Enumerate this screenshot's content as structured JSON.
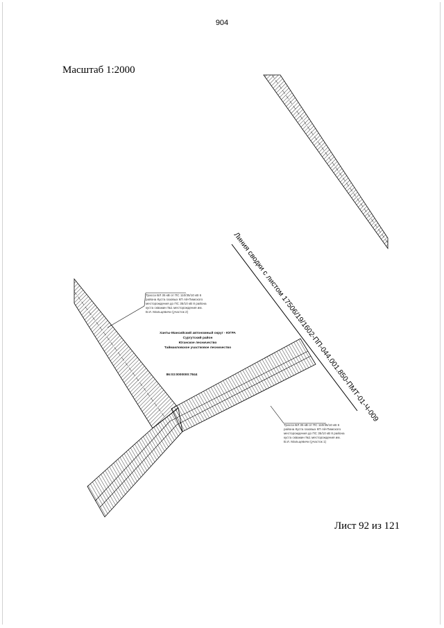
{
  "page_number": "904",
  "scale_label": "Масштаб 1:2000",
  "sheet_label": "Лист 92 из 121",
  "match_line_label": "Линия сводки с листом 17506/19/1602-ПП-044.001.850-ПМТ-01-Ч-009",
  "callout_top": [
    "Трасса ВЛ 35 кВ от ПС 110/35/10 кВ 6",
    "района Куста газовых КП Ай-Пимского",
    "месторождения до ПС 35/10 кВ 8 района",
    "куста скважин №1 месторождения им.",
    "В.И. Мальцевичи (участок 2)"
  ],
  "callout_bottom": [
    "Трасса ВЛ 35 кВ от ПС 110/35/10 кВ 6",
    "района Куста газовых КП Ай-Пимского",
    "месторождения до ПС 35/10 кВ 8 района",
    "куста скважин №1 месторождения им.",
    "В.И. Мальцевичи (участок 1)"
  ],
  "district_labels": [
    "Ханты-Мансийский автономный округ - ЮГРА",
    "Сургутский район",
    "Юганское лесничество",
    "Таймакловское участковое лесничество"
  ],
  "cadastral_number": "86:03:0000000:7844",
  "colors": {
    "ink": "#000000",
    "hatch": "#111111"
  }
}
